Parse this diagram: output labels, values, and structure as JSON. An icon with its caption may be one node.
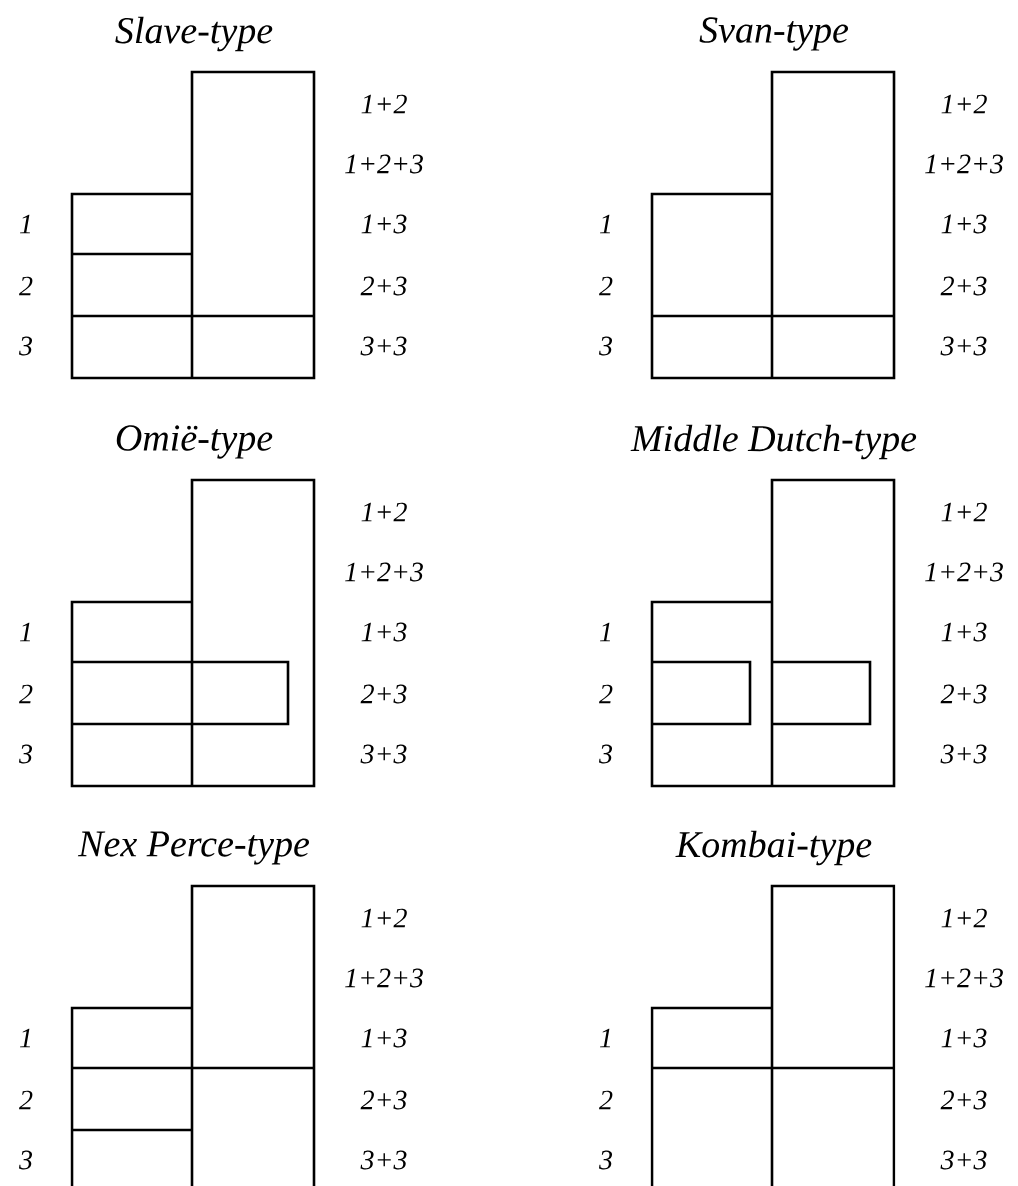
{
  "diagram": {
    "labels": [
      "Slave-type",
      "1",
      "2",
      "3",
      "1+2",
      "1+2+3",
      "1+3",
      "2+3",
      "3+3",
      "Svan-type",
      "1",
      "2",
      "3",
      "1+2",
      "1+2+3",
      "1+3",
      "2+3",
      "3+3",
      "Omië-type",
      "1",
      "2",
      "3",
      "1+2",
      "1+2+3",
      "1+3",
      "2+3",
      "3+3",
      "Middle Dutch-type",
      "1",
      "2",
      "3",
      "1+2",
      "1+2+3",
      "1+3",
      "2+3",
      "3+3",
      "Nex Perce-type",
      "1",
      "2",
      "3",
      "1+2",
      "1+2+3",
      "1+3",
      "2+3",
      "3+3",
      "Kombai-type",
      "1",
      "2",
      "3",
      "1+2",
      "1+2+3",
      "1+3",
      "2+3",
      "3+3"
    ]
  }
}
